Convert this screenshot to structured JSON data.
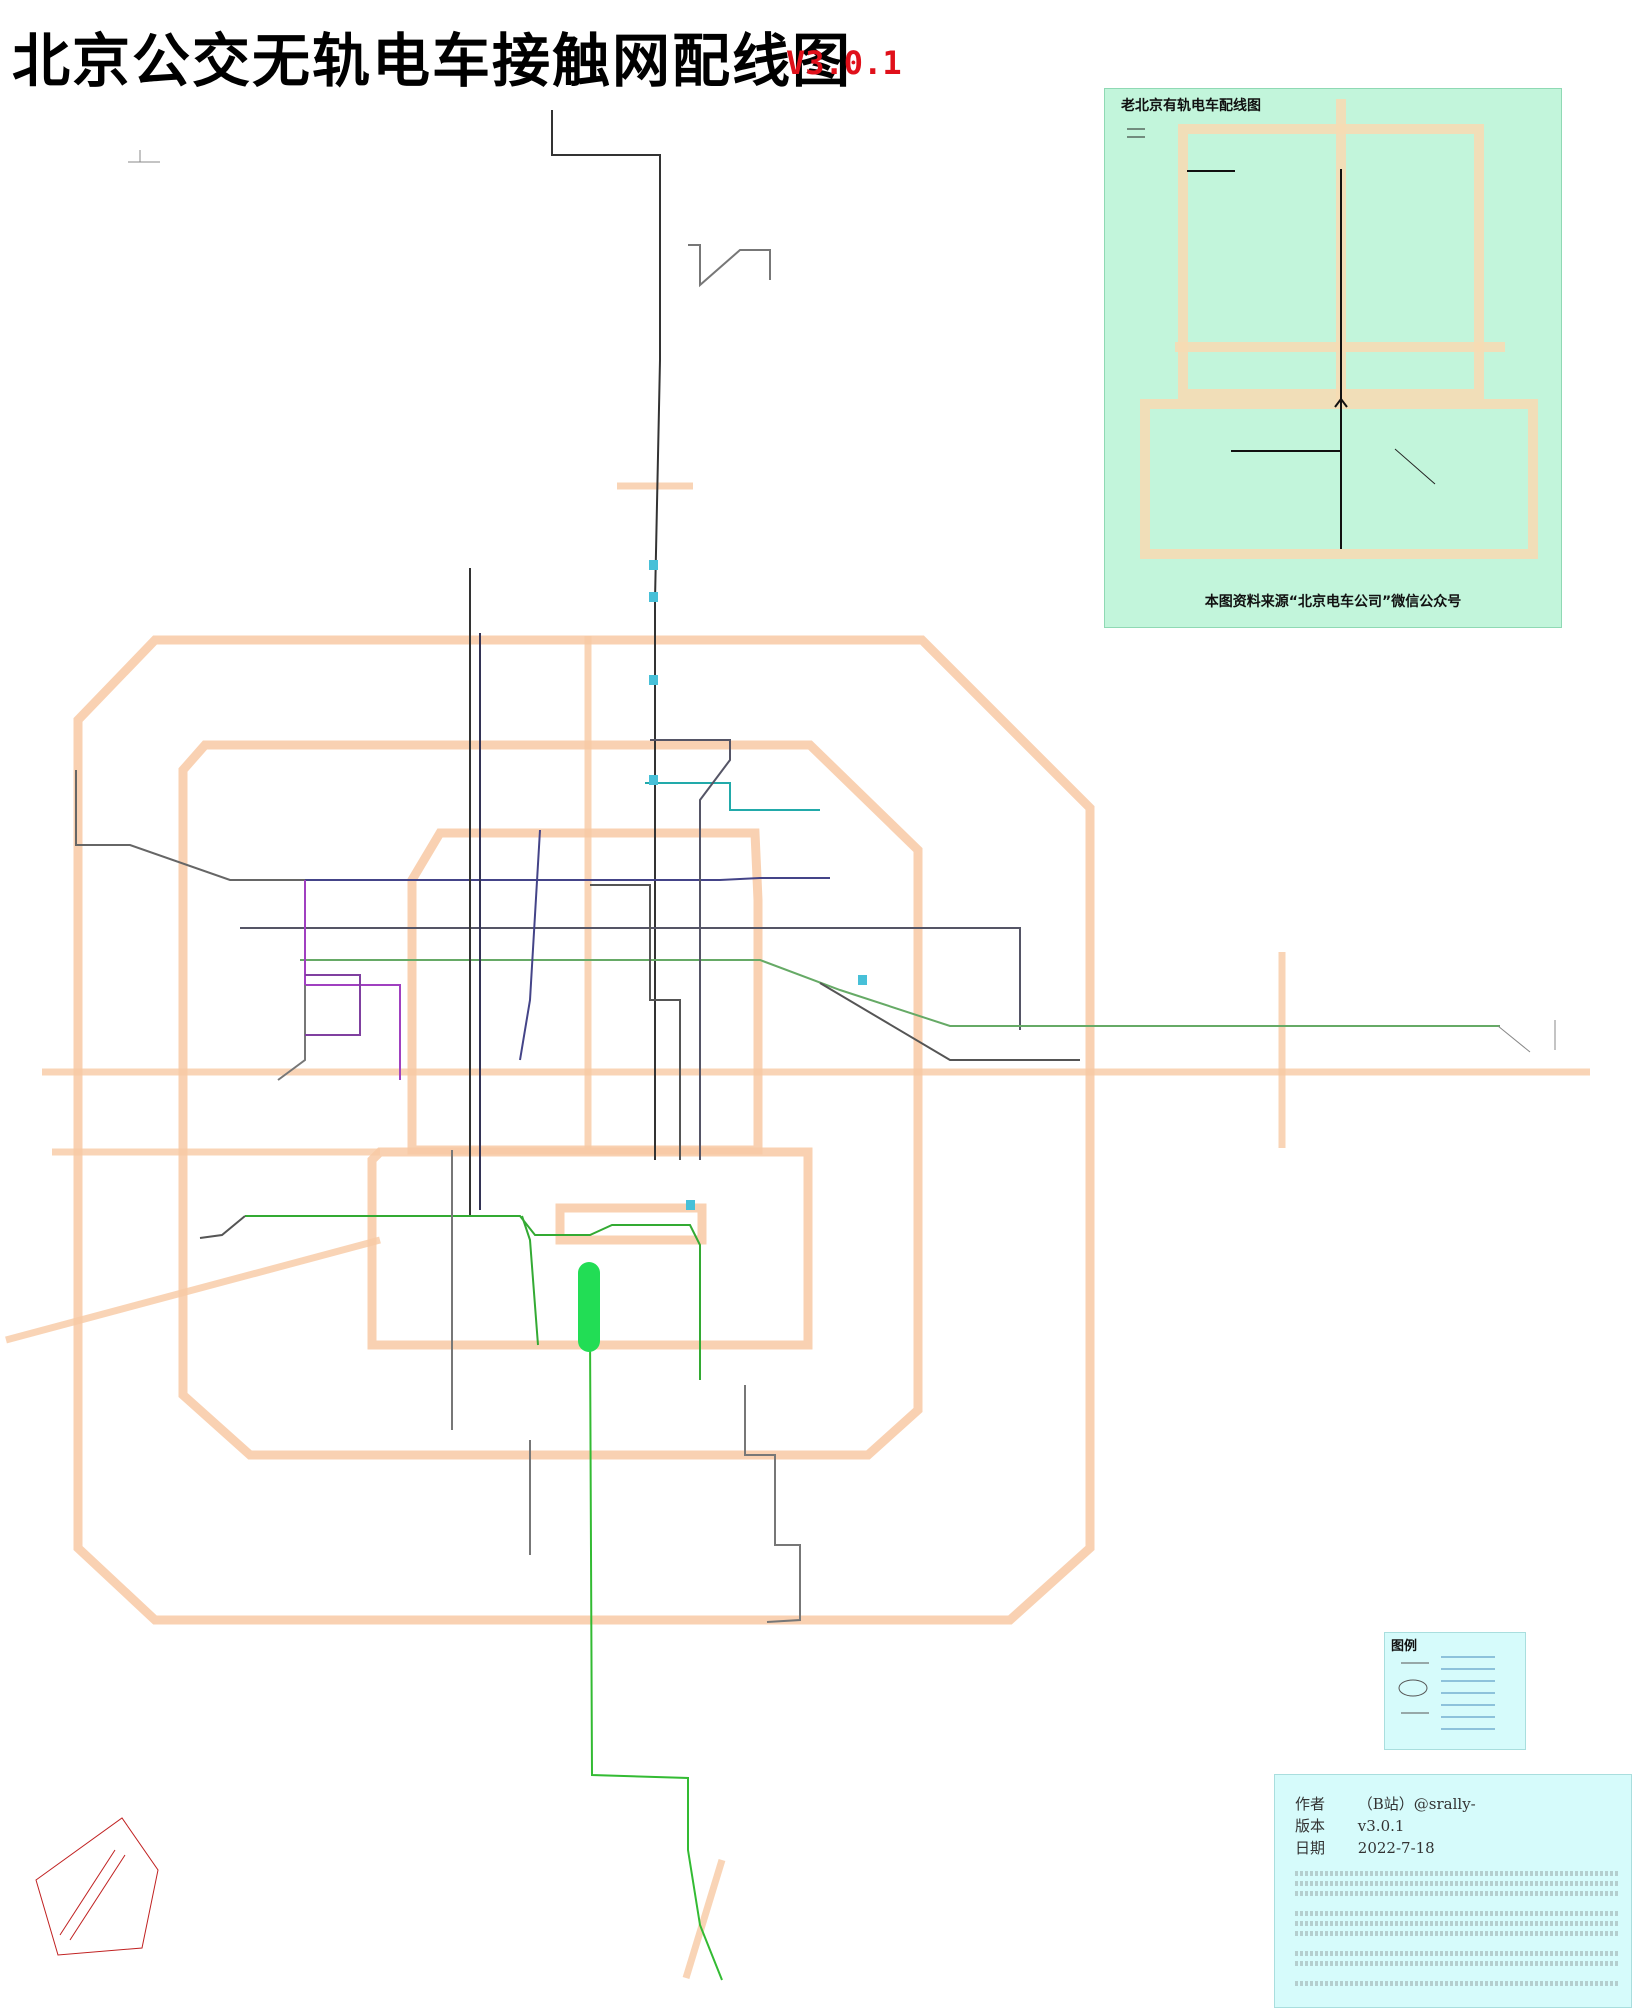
{
  "header": {
    "title": "北京公交无轨电车接触网配线图",
    "version": "V3.0.1"
  },
  "inset": {
    "title": "老北京有轨电车配线图",
    "source": "本图资料来源“北京电车公司”微信公众号"
  },
  "legend": {
    "title": "图例"
  },
  "info": {
    "author_key": "作者",
    "author_value": "（B站）@srally-",
    "version_key": "版本",
    "version_value": "v3.0.1",
    "date_key": "日期",
    "date_value": "2022-7-18"
  },
  "colors": {
    "ring": "#f8c9a4",
    "trolley_line": "#333333",
    "highlight": "#22dd55",
    "inset_bg": "#c2f5db",
    "panel_bg": "#d6fbfb",
    "version": "#e0101a"
  }
}
